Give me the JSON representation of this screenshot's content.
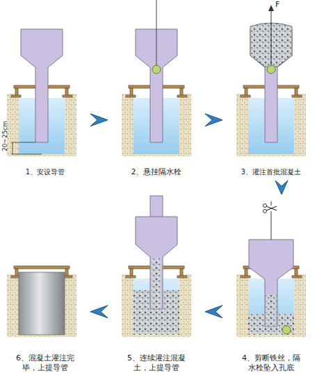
{
  "diagram": {
    "nodes": [
      {
        "text": [
          "1、安设导管"
        ]
      },
      {
        "text": [
          "2、悬挂隔水栓"
        ]
      },
      {
        "text": [
          "3、灌注首批混凝土"
        ]
      },
      {
        "text": [
          "4、剪断铁丝，隔水栓坠入孔底"
        ]
      },
      {
        "text": [
          "5、连续灌注混凝土，上提导管"
        ]
      },
      {
        "text": [
          "6、混凝土灌注完毕，上提导管"
        ]
      }
    ],
    "edges": [
      {
        "from": 0,
        "to": 1,
        "arrow": "to"
      },
      {
        "from": 1,
        "to": 2,
        "arrow": "to"
      },
      {
        "from": 2,
        "to": 3,
        "arrow": "to"
      },
      {
        "from": 3,
        "to": 4,
        "arrow": "to"
      },
      {
        "from": 4,
        "to": 5,
        "arrow": "to"
      }
    ],
    "labels": [
      "20~25cm",
      "F"
    ]
  }
}
